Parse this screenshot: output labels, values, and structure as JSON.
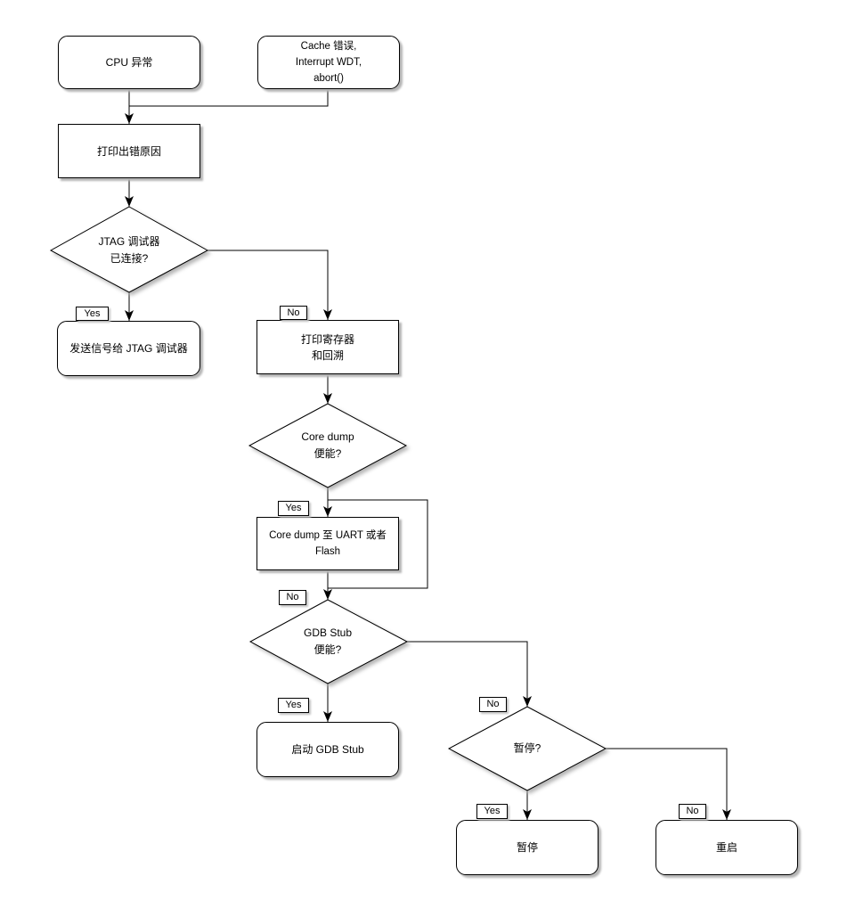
{
  "colors": {
    "background": "#ffffff",
    "stroke": "#000000",
    "node_fill": "#ffffff",
    "shadow": "#b5b5b5"
  },
  "nodes": {
    "cpu_exception": {
      "label": "CPU 异常"
    },
    "cache_error": {
      "line1": "Cache 错误,",
      "line2": "Interrupt WDT,",
      "line3": "abort()"
    },
    "print_error_reason": {
      "label": "打印出错原因"
    },
    "jtag_debugger_connected": {
      "line1": "JTAG 调试器",
      "line2": "已连接?"
    },
    "send_signal_to_jtag": {
      "label": "发送信号给 JTAG 调试器"
    },
    "print_registers_backtrace": {
      "line1": "打印寄存器",
      "line2": "和回溯"
    },
    "core_dump_enabled": {
      "line1": "Core dump",
      "line2": "便能?"
    },
    "core_dump_to_uart_flash": {
      "label": "Core dump 至 UART 或者 Flash"
    },
    "gdb_stub_enabled": {
      "line1": "GDB Stub",
      "line2": "便能?"
    },
    "start_gdb_stub": {
      "label": "启动 GDB Stub"
    },
    "halt_question": {
      "label": "暂停?"
    },
    "halt": {
      "label": "暂停"
    },
    "reboot": {
      "label": "重启"
    }
  },
  "edge_labels": {
    "yes": "Yes",
    "no": "No"
  }
}
